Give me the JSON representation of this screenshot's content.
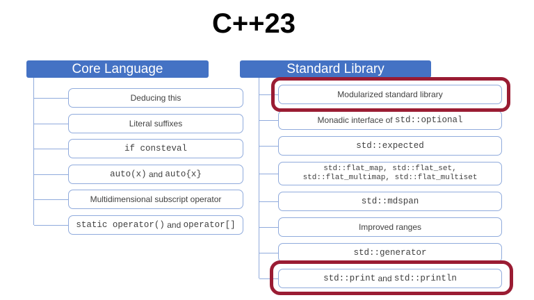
{
  "title": "C++23",
  "colors": {
    "header_blue": "#4472C4",
    "box_border": "#8FAADC",
    "connector": "#8FAADC",
    "highlight_ring": "#9A1C33",
    "box_text": "#3F3F3F",
    "header_text": "#FFFFFF",
    "title_text": "#000000"
  },
  "core": {
    "header": "Core Language",
    "items": [
      {
        "segments": [
          {
            "t": "Deducing this",
            "code": false
          }
        ]
      },
      {
        "segments": [
          {
            "t": "Literal suffixes",
            "code": false
          }
        ]
      },
      {
        "segments": [
          {
            "t": "if consteval",
            "code": true
          }
        ]
      },
      {
        "segments": [
          {
            "t": "auto(x)",
            "code": true
          },
          {
            "t": " and ",
            "code": false
          },
          {
            "t": "auto{x}",
            "code": true
          }
        ]
      },
      {
        "segments": [
          {
            "t": "Multidimensional subscript operator",
            "code": false
          }
        ]
      },
      {
        "segments": [
          {
            "t": "static operator()",
            "code": true
          },
          {
            "t": " and ",
            "code": false
          },
          {
            "t": "operator[]",
            "code": true
          }
        ]
      }
    ]
  },
  "library": {
    "header": "Standard Library",
    "items": [
      {
        "highlighted": true,
        "segments": [
          {
            "t": "Modularized standard library",
            "code": false
          }
        ]
      },
      {
        "segments": [
          {
            "t": "Monadic interface of ",
            "code": false
          },
          {
            "t": "std::optional",
            "code": true
          }
        ]
      },
      {
        "segments": [
          {
            "t": "std::expected",
            "code": true
          }
        ]
      },
      {
        "two_line": true,
        "segments": [
          {
            "t": "std::flat_map, std::flat_set,",
            "code": true
          },
          {
            "t": "std::flat_multimap, std::flat_multiset",
            "code": true
          }
        ]
      },
      {
        "segments": [
          {
            "t": "std::mdspan",
            "code": true
          }
        ]
      },
      {
        "segments": [
          {
            "t": "Improved ranges",
            "code": false
          }
        ]
      },
      {
        "segments": [
          {
            "t": "std::generator",
            "code": true
          }
        ]
      },
      {
        "highlighted": true,
        "segments": [
          {
            "t": "std::print",
            "code": true
          },
          {
            "t": " and ",
            "code": false
          },
          {
            "t": "std::println",
            "code": true
          }
        ]
      }
    ]
  }
}
